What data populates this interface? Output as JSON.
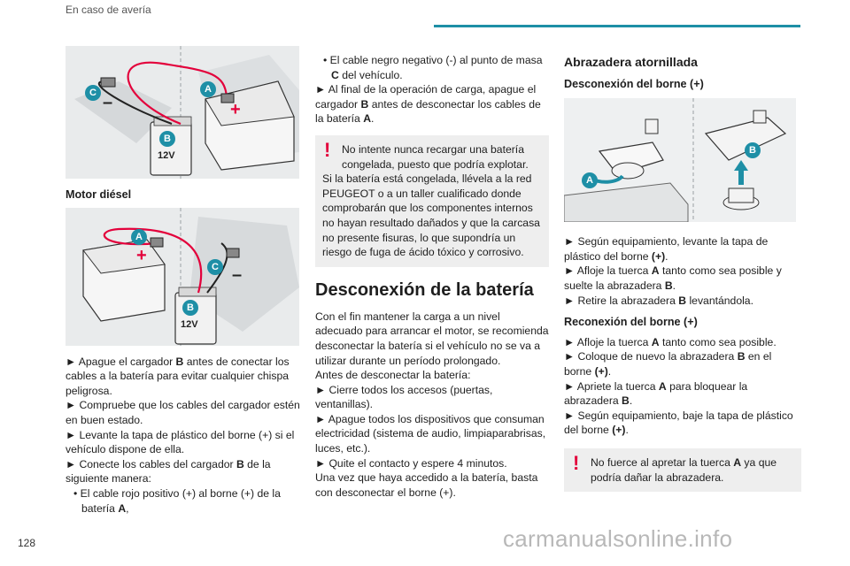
{
  "header": {
    "section": "En caso de avería"
  },
  "page_number": "128",
  "watermark": "carmanualsonline.info",
  "col1": {
    "fig1": {
      "labels": {
        "c": "C",
        "a": "A",
        "b": "B",
        "minus": "–",
        "plus": "+",
        "volt": "12V"
      }
    },
    "diesel_label": "Motor diésel",
    "fig2": {
      "labels": {
        "c": "C",
        "a": "A",
        "b": "B",
        "minus": "–",
        "plus": "+",
        "volt": "12V"
      }
    },
    "p1_pre": "► Apague el cargador ",
    "p1_b": "B",
    "p1_post": " antes de conectar los cables a la batería para evitar cualquier chispa peligrosa.",
    "p2": "► Compruebe que los cables del cargador estén en buen estado.",
    "p3": "► Levante la tapa de plástico del borne (+) si el vehículo dispone de ella.",
    "p4_pre": "► Conecte los cables del cargador ",
    "p4_b": "B",
    "p4_post": " de la siguiente manera:",
    "s1_pre": "• El cable rojo positivo (+) al borne (+) de la batería ",
    "s1_b": "A",
    "s1_post": ","
  },
  "col2": {
    "s2_pre": "• El cable negro negativo (-) al punto de masa ",
    "s2_b": "C",
    "s2_post": " del vehículo.",
    "p5_pre": "► Al final de la operación de carga, apague el cargador ",
    "p5_b": "B",
    "p5_post": " antes de desconectar los cables de la batería ",
    "p5_b2": "A",
    "p5_end": ".",
    "warn_mark": "!",
    "warn_first": "No intente nunca recargar una batería congelada, puesto que podría explotar.",
    "warn_rest": "Si la batería está congelada, llévela a la red PEUGEOT o a un taller cualificado donde comprobarán que los componentes internos no hayan resultado dañados y que la carcasa no presente fisuras, lo que supondría un riesgo de fuga de ácido tóxico y corrosivo.",
    "heading": "Desconexión de la batería",
    "intro": "Con el fin mantener la carga a un nivel adecuado para arrancar el motor, se recomienda desconectar la batería si el vehículo no se va a utilizar durante un período prolongado.",
    "before": "Antes de desconectar la batería:",
    "b1": "► Cierre todos los accesos (puertas, ventanillas).",
    "b2": "► Apague todos los dispositivos que consuman electricidad (sistema de audio, limpiaparabrisas, luces, etc.).",
    "b3": "► Quite el contacto y espere 4 minutos.",
    "outro": "Una vez que haya accedido a la batería, basta con desconectar el borne (+)."
  },
  "col3": {
    "h2": "Abrazadera atornillada",
    "h3a": "Desconexión del borne (+)",
    "fig3": {
      "labels": {
        "a": "A",
        "b": "B"
      }
    },
    "d1_pre": "► Según equipamiento, levante la tapa de plástico del borne ",
    "d1_b": "(+)",
    "d1_post": ".",
    "d2_pre": "► Afloje la tuerca ",
    "d2_b": "A",
    "d2_post": " tanto como sea posible y suelte la abrazadera ",
    "d2_b2": "B",
    "d2_end": ".",
    "d3_pre": "► Retire la abrazadera ",
    "d3_b": "B",
    "d3_post": " levantándola.",
    "h3b": "Reconexión del borne (+)",
    "r1_pre": "► Afloje la tuerca ",
    "r1_b": "A",
    "r1_post": " tanto como sea posible.",
    "r2_pre": "► Coloque de nuevo la abrazadera ",
    "r2_b": "B",
    "r2_post": " en el borne ",
    "r2_b2": "(+)",
    "r2_end": ".",
    "r3_pre": "► Apriete la tuerca ",
    "r3_b": "A",
    "r3_post": " para bloquear la abrazadera ",
    "r3_b2": "B",
    "r3_end": ".",
    "r4_pre": "► Según equipamiento, baje la tapa de plástico del borne ",
    "r4_b": "(+)",
    "r4_post": ".",
    "warn_mark": "!",
    "warn_pre": "No fuerce al apretar la tuerca ",
    "warn_b": "A",
    "warn_post": " ya que podría dañar la abrazadera."
  }
}
